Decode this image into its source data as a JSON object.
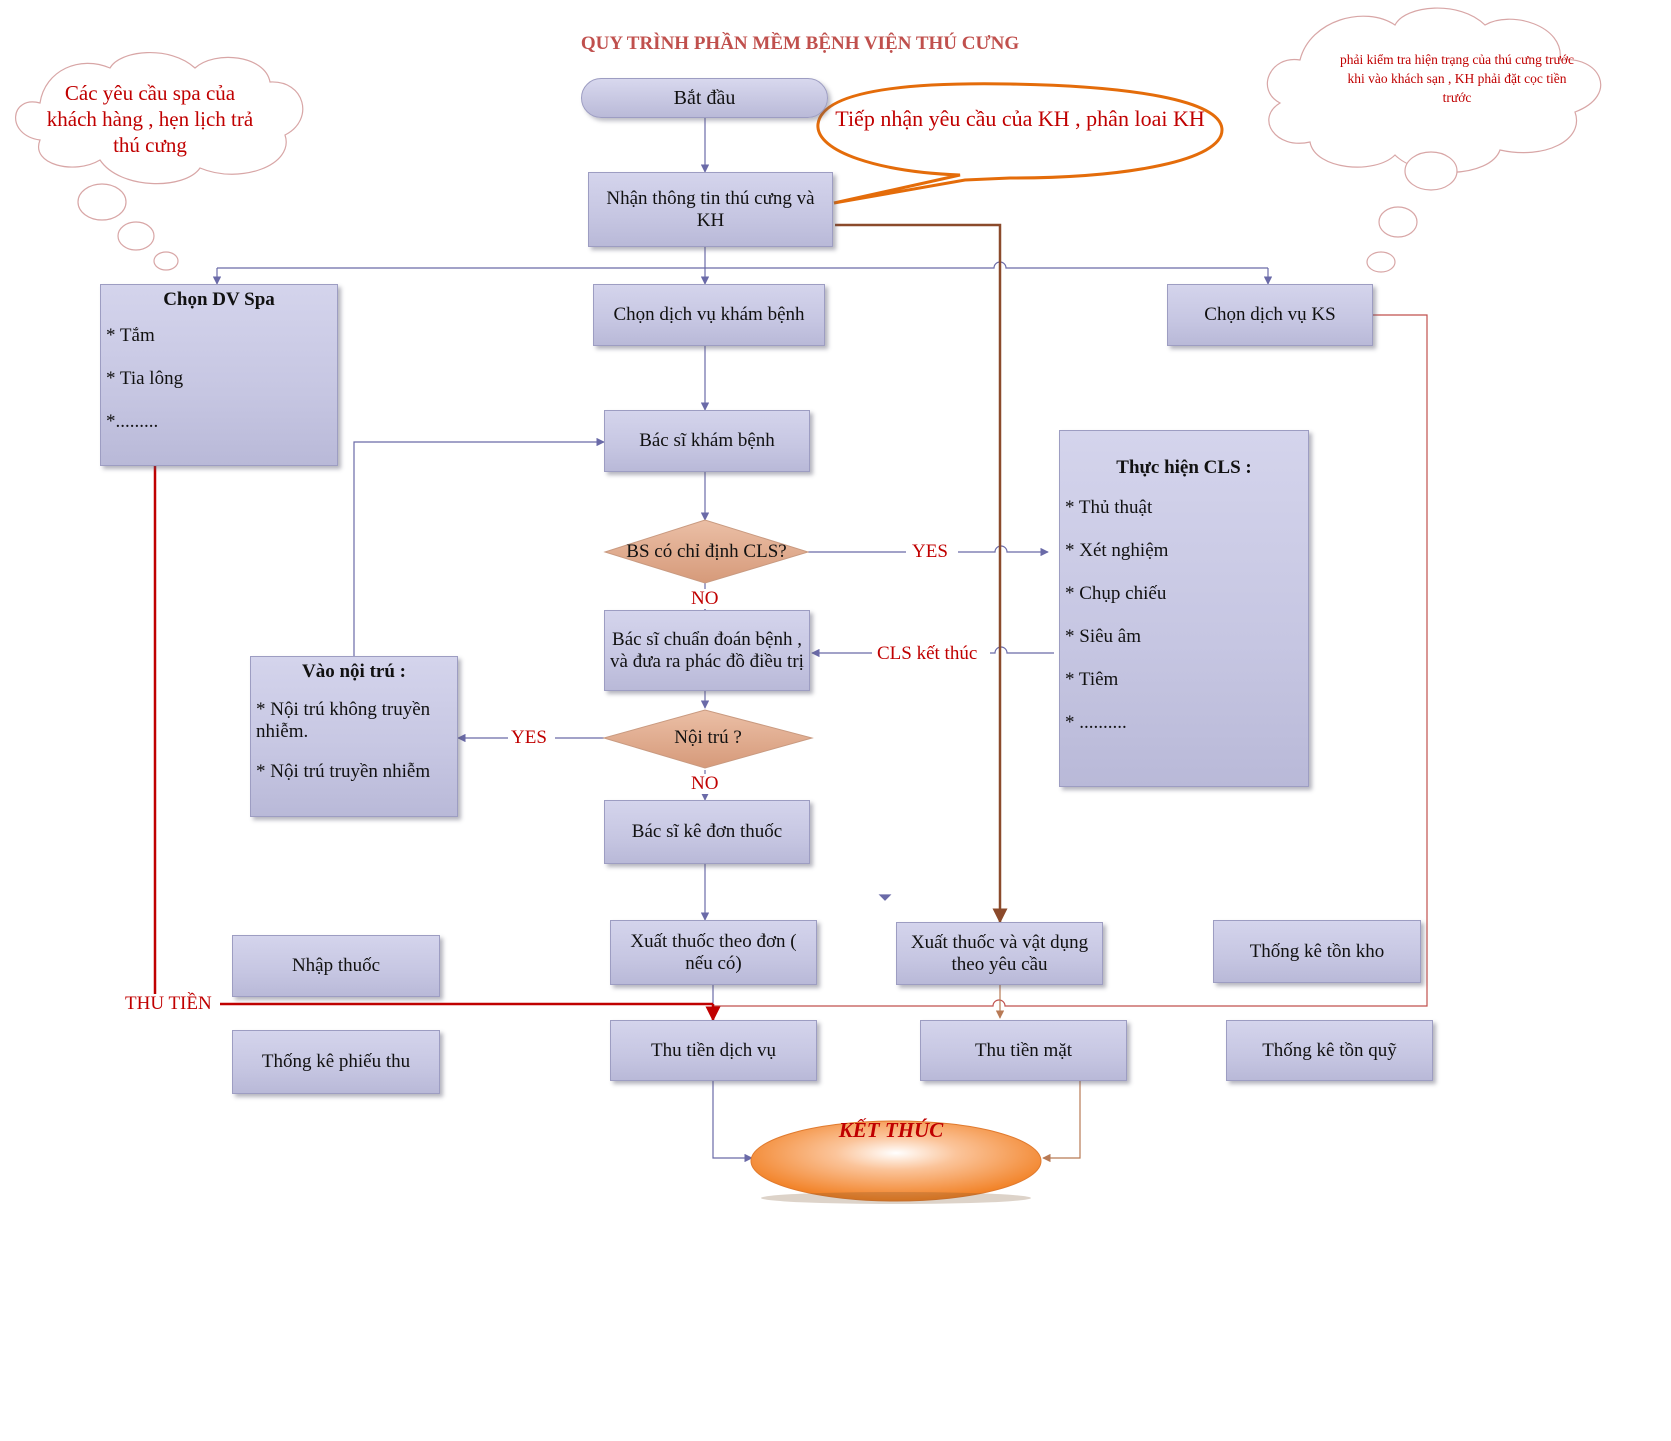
{
  "title": "QUY TRÌNH PHẦN MỀM BỆNH VIỆN THÚ CƯNG",
  "start": "Bắt đầu",
  "end": "KẾT THÚC",
  "callouts": {
    "spa_cloud": "Các yêu cầu spa của khách hàng , hẹn lịch trả thú cưng",
    "hotel_cloud": "phải kiểm tra hiện trạng của thú cưng trước khi vào khách sạn , KH phải đặt cọc tiền trước",
    "reception_bubble": "Tiếp nhận yêu cầu của KH , phân loai KH"
  },
  "nodes": {
    "receive_info": "Nhận thông tin thú cưng và KH",
    "spa": {
      "head": "Chọn DV Spa",
      "items": [
        "* Tắm",
        "* Tia lông",
        "*........."
      ]
    },
    "choose_exam": "Chọn dịch vụ khám bệnh",
    "choose_hotel": "Chọn dịch vụ KS",
    "doctor_exam": "Bác sĩ khám bệnh",
    "cls_decision": "BS có chỉ định CLS?",
    "cls": {
      "head": "Thực hiện CLS :",
      "items": [
        "* Thủ thuật",
        "* Xét nghiệm",
        "* Chụp chiếu",
        "* Siêu âm",
        "* Tiêm",
        "* .........."
      ]
    },
    "diagnosis": "Bác sĩ chuẩn đoán bệnh , và đưa ra phác đồ điều trị",
    "inpatient_decision": "Nội trú ?",
    "inpatient": {
      "head": "Vào nội trú :",
      "items": [
        "* Nội trú không truyền nhiễm.",
        "* Nội trú truyền nhiễm"
      ]
    },
    "prescribe": "Bác sĩ kê đơn thuốc",
    "dispense_rx": "Xuất thuốc theo đơn ( nếu có)",
    "dispense_supplies": "Xuất thuốc  và vật dụng theo yêu cầu",
    "import_drug": "Nhập thuốc",
    "inventory_stats": "Thống kê tồn kho",
    "receipt_stats": "Thống kê phiếu thu",
    "pay_service": "Thu tiền dịch vụ",
    "pay_cash": "Thu tiền mặt",
    "fund_stats": "Thống kê tồn quỹ"
  },
  "edge_labels": {
    "cls_yes": "YES",
    "cls_no": "NO",
    "cls_done": "CLS  kết thúc",
    "inpatient_yes": "YES",
    "inpatient_no": "NO",
    "collect": "THU TIỀN"
  },
  "colors": {
    "title": "#c0504d",
    "box_fill": "#c6c6e2",
    "box_border": "#9d9dc2",
    "connector": "#6a6aa8",
    "decision_fill": "#dfa98d",
    "callout_orange": "#e46c0a",
    "spa_line": "#c00000",
    "reception_line": "#8b4a2b",
    "end_fill": "#f79646",
    "red_text": "#c00000"
  }
}
